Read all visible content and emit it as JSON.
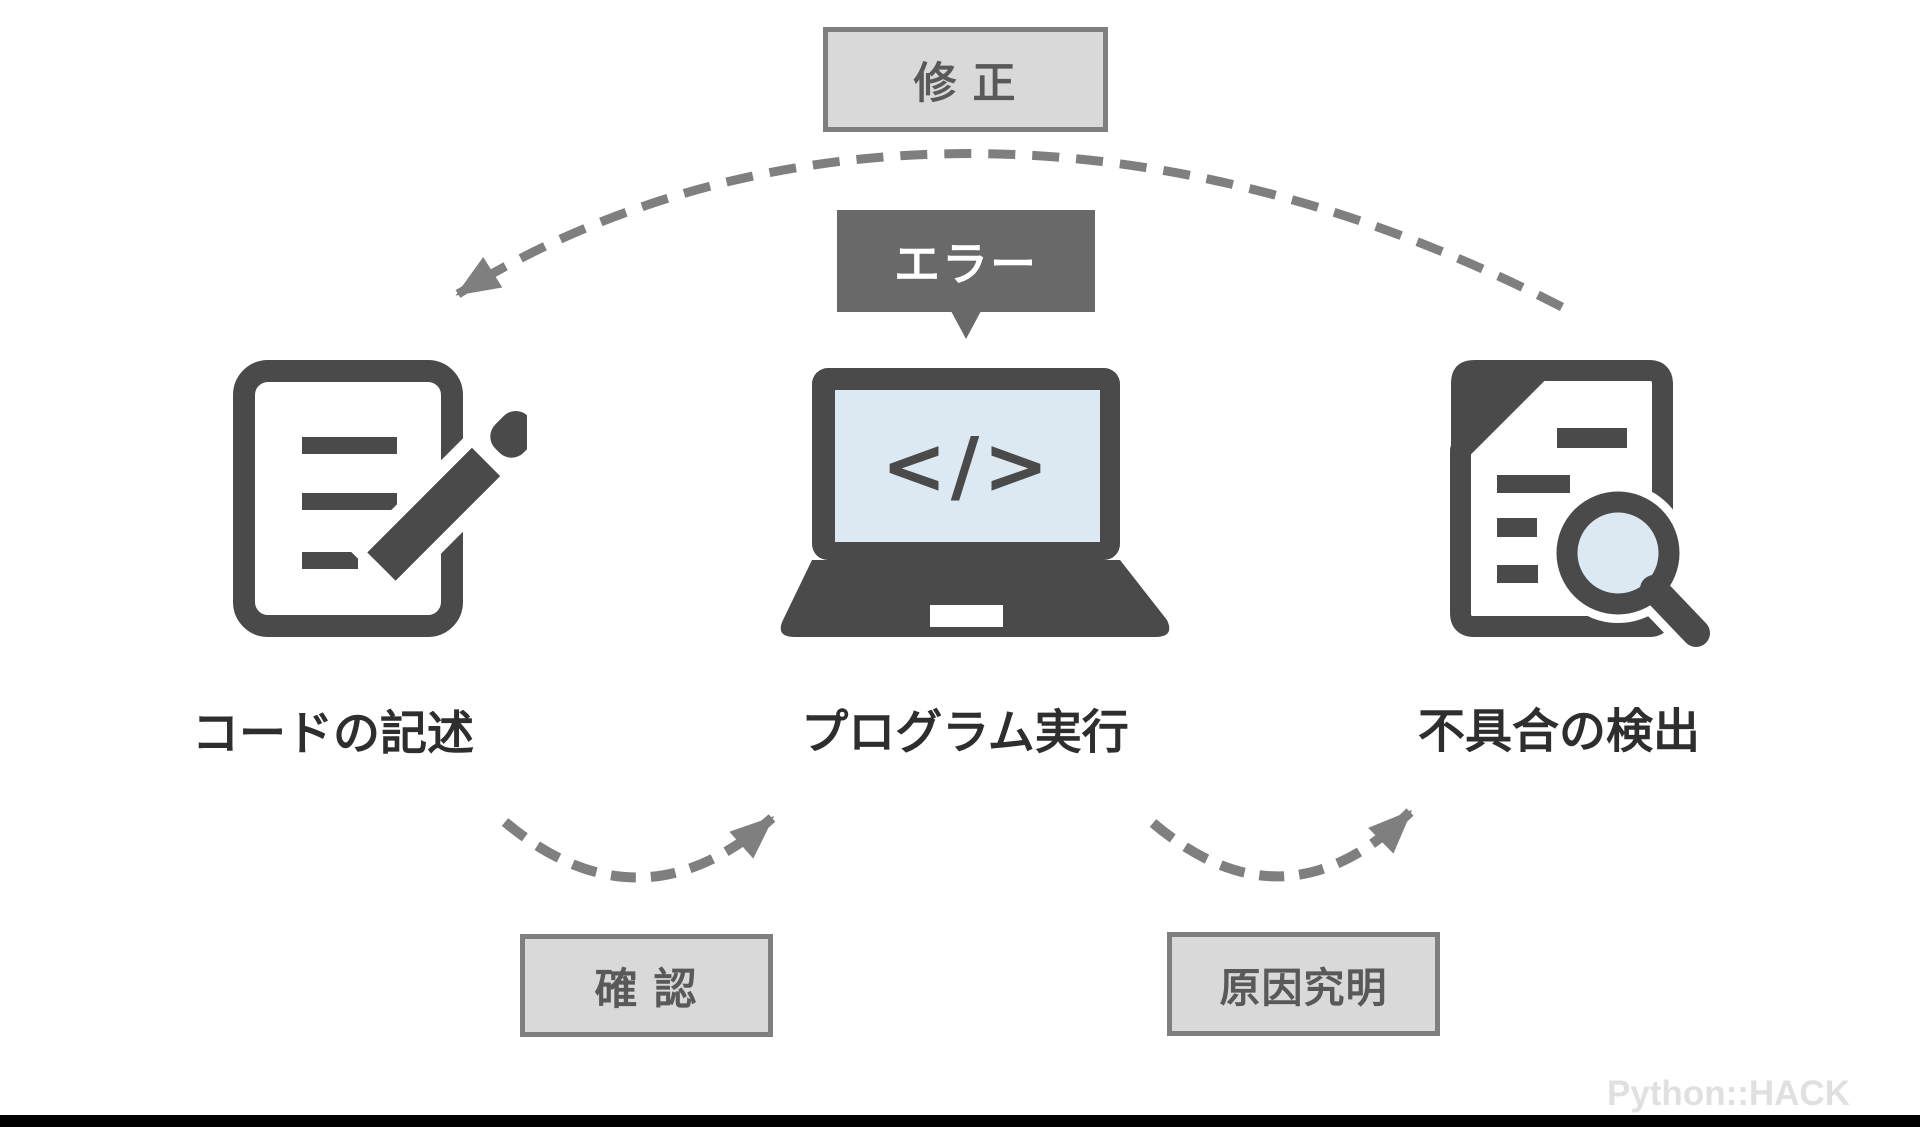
{
  "colors": {
    "icon": "#4a4a4a",
    "arrow": "#7f7f7f",
    "box_bg": "#d9d9d9",
    "box_border": "#7f7f7f",
    "box_text": "#595959",
    "bubble_bg": "#696969",
    "bubble_text": "#ffffff",
    "label_text": "#2e2e2e",
    "screen_blue": "#dce9f2",
    "watermark": "#e0e0e0",
    "bottom_bar": "#000000"
  },
  "flow": {
    "fix_label": "修 正",
    "error_label": "エラー",
    "check_label": "確 認",
    "cause_label": "原因究明"
  },
  "nodes": [
    {
      "id": "write-code",
      "label": "コードの記述",
      "icon": "document-pencil-icon"
    },
    {
      "id": "run-program",
      "label": "プログラム実行",
      "icon": "laptop-code-icon",
      "code_symbol": "</>"
    },
    {
      "id": "detect-bug",
      "label": "不具合の検出",
      "icon": "document-magnifier-icon"
    }
  ],
  "watermark": "Python::HACK"
}
